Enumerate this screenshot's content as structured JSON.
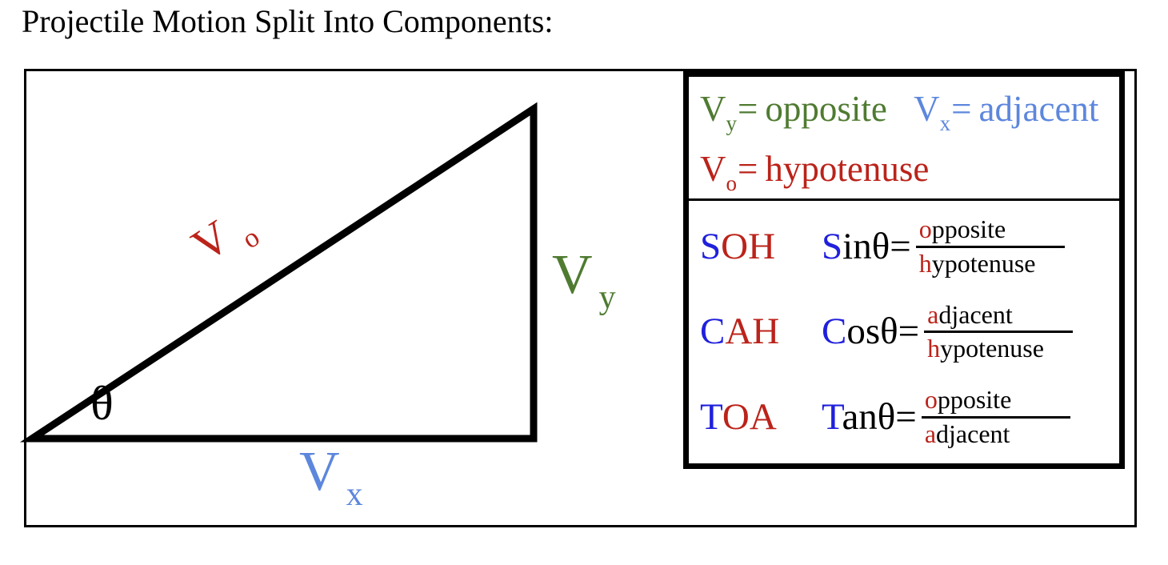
{
  "title": "Projectile Motion Split Into Components:",
  "colors": {
    "red": "#bb231a",
    "green": "#4f7b31",
    "cornflower": "#5d87dd",
    "blue": "#2020dd",
    "black": "#000000"
  },
  "triangle": {
    "hypotenuse_label": {
      "base": "V",
      "sub": "o"
    },
    "opposite_label": {
      "base": "V",
      "sub": "y"
    },
    "adjacent_label": {
      "base": "V",
      "sub": "x"
    },
    "angle_label": "θ"
  },
  "legend": {
    "definitions": [
      {
        "base": "V",
        "sub": "y",
        "eq": "=",
        "word": "opposite"
      },
      {
        "base": "V",
        "sub": "x",
        "eq": "=",
        "word": "adjacent"
      },
      {
        "base": "V",
        "sub": "o",
        "eq": "=",
        "word": "hypotenuse"
      }
    ],
    "rows": [
      {
        "mnemonic_initial": "S",
        "mnemonic_rest": "OH",
        "func_initial": "S",
        "func_rest": "inθ=",
        "numerator_initial": "o",
        "numerator_rest": "pposite",
        "denominator_initial": "h",
        "denominator_rest": "ypotenuse"
      },
      {
        "mnemonic_initial": "C",
        "mnemonic_rest": "AH",
        "func_initial": "C",
        "func_rest": "osθ=",
        "numerator_initial": "a",
        "numerator_rest": "djacent",
        "denominator_initial": "h",
        "denominator_rest": "ypotenuse"
      },
      {
        "mnemonic_initial": "T",
        "mnemonic_rest": "OA",
        "func_initial": "T",
        "func_rest": "anθ=",
        "numerator_initial": "o",
        "numerator_rest": "pposite",
        "denominator_initial": "a",
        "denominator_rest": "djacent"
      }
    ]
  }
}
